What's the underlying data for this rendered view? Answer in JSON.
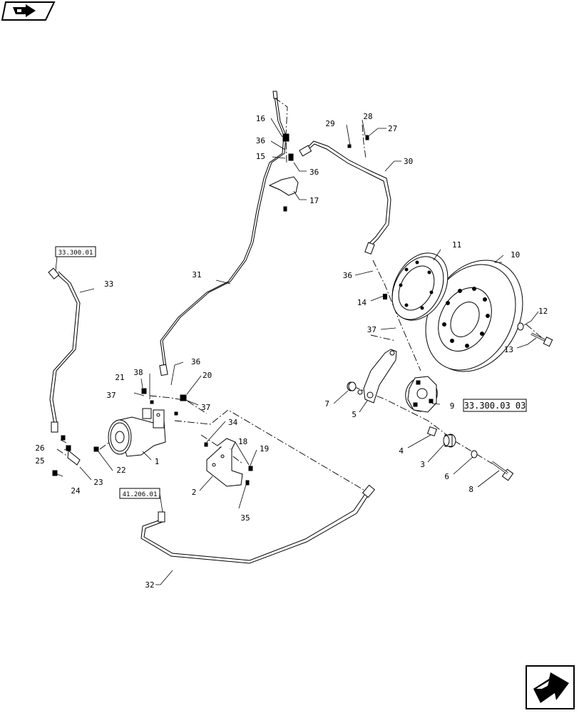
{
  "labels": {
    "p1": "1",
    "p2": "2",
    "p3": "3",
    "p4": "4",
    "p5": "5",
    "p6": "6",
    "p7": "7",
    "p8": "8",
    "p9": "9",
    "p10": "10",
    "p11": "11",
    "p12": "12",
    "p13": "13",
    "p14": "14",
    "p15": "15",
    "p16": "16",
    "p17": "17",
    "p18": "18",
    "p19": "19",
    "p20": "20",
    "p21": "21",
    "p22": "22",
    "p23": "23",
    "p24": "24",
    "p25": "25",
    "p26": "26",
    "p27": "27",
    "p28": "28",
    "p29": "29",
    "p30": "30",
    "p31": "31",
    "p32": "32",
    "p33": "33",
    "p34": "34",
    "p35": "35",
    "p36": "36",
    "p37": "37",
    "p38": "38"
  },
  "refs": {
    "ref_hose_33": "33.300.01",
    "ref_hose_32": "41.206.01",
    "ref_caliper": "33.300.03 03"
  },
  "icons": {
    "top_left": "previous-page-arrow-icon",
    "bottom_right": "next-page-arrow-icon"
  }
}
